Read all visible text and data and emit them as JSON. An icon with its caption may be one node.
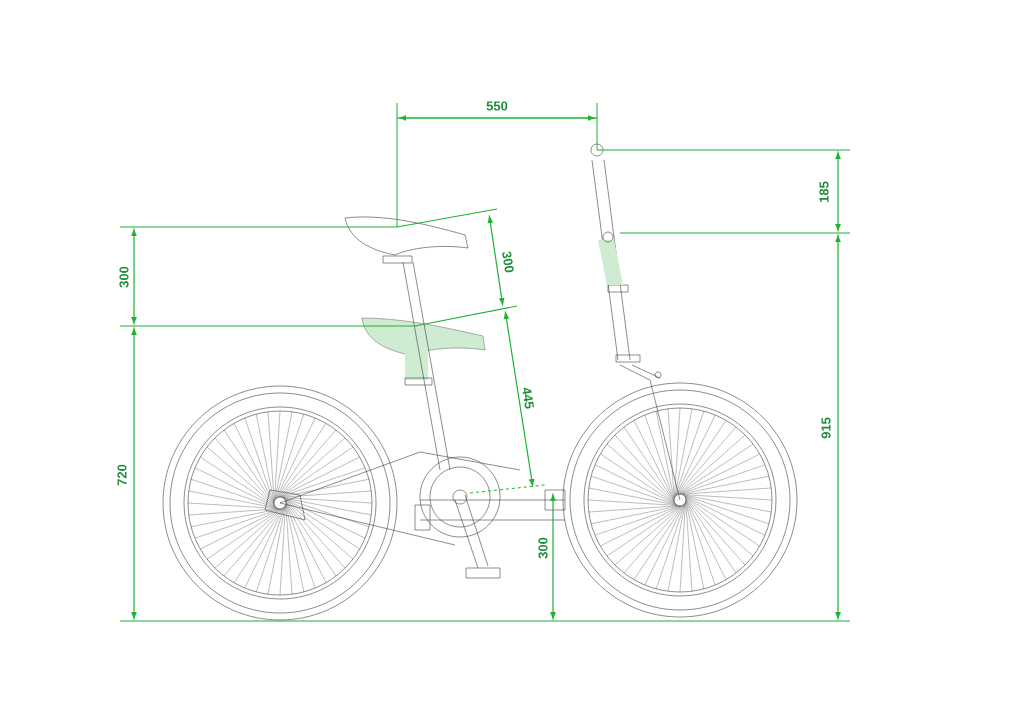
{
  "diagram": {
    "labels": [
      "550",
      "185",
      "300",
      "300",
      "445",
      "915",
      "720",
      "300"
    ]
  }
}
